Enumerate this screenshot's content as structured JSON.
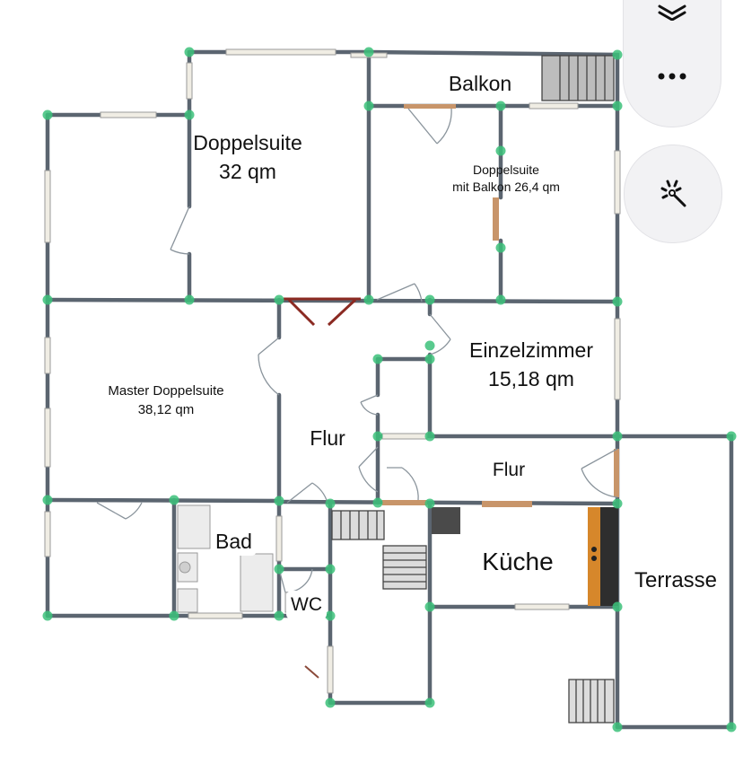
{
  "rooms": {
    "doppelsuite_line1": "Doppelsuite",
    "doppelsuite_line2": "32 qm",
    "balkon": "Balkon",
    "doppelsuite_balkon_line1": "Doppelsuite",
    "doppelsuite_balkon_line2": "mit Balkon 26,4 qm",
    "master_line1": "Master Doppelsuite",
    "master_line2": "38,12 qm",
    "einzelzimmer_line1": "Einzelzimmer",
    "einzelzimmer_line2": "15,18 qm",
    "flur_main": "Flur",
    "flur_small": "Flur",
    "bad": "Bad",
    "wc": "WC",
    "kueche": "Küche",
    "terrasse": "Terrasse"
  },
  "toolbar": {
    "layers_icon": "layers-icon",
    "more_icon": "more-icon",
    "magic_icon": "magic-wand-icon"
  },
  "colors": {
    "wall": "#5b6570",
    "node": "#3cc17a",
    "window": "#f0ede4",
    "door_wood": "#c8956a",
    "red_door": "#8b2a22",
    "stairs": "#b9b9b9"
  }
}
